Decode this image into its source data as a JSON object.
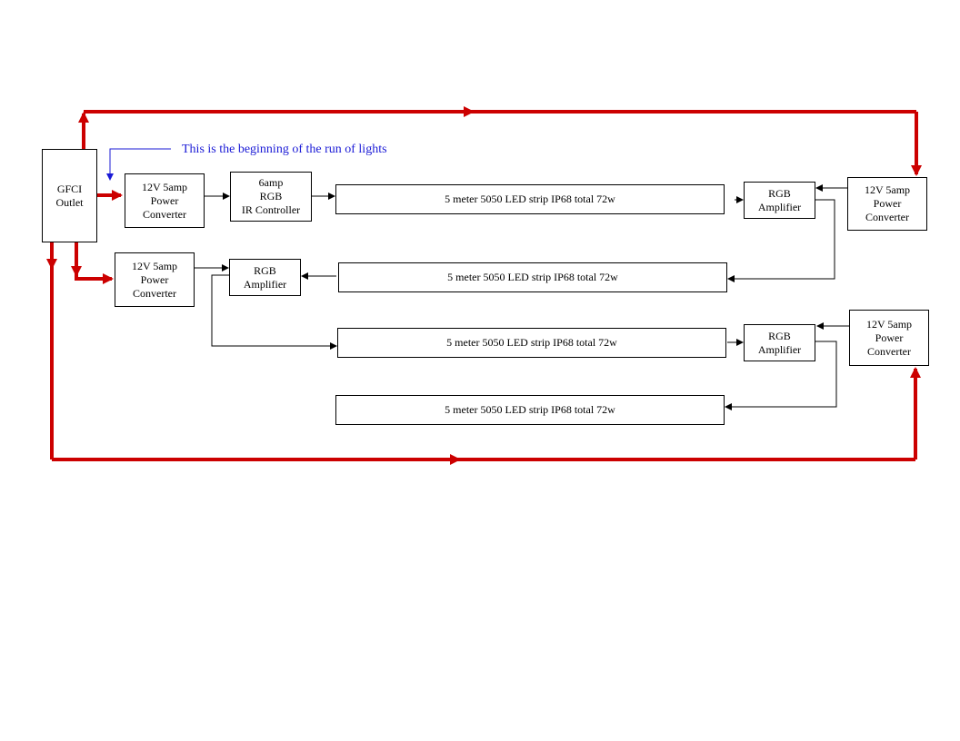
{
  "colors": {
    "power_line": "#cc0000",
    "signal_line": "#000000",
    "note_arrow": "#1a1ad6",
    "note_text": "#1a1ad6",
    "box_border": "#000000"
  },
  "note": "This is the beginning of the run of lights",
  "boxes": {
    "gfci": "GFCI\nOutlet",
    "psu_top": "12V 5amp\nPower\nConverter",
    "controller": "6amp\nRGB\nIR Controller",
    "strip_1": "5 meter 5050  LED strip IP68  total 72w",
    "amp_right_top": "RGB\nAmplifier",
    "psu_right_top": "12V 5amp\nPower\nConverter",
    "psu_left_mid": "12V 5amp\nPower\nConverter",
    "amp_left_mid": "RGB\nAmplifier",
    "strip_2": "5 meter 5050  LED strip IP68  total 72w",
    "strip_3": "5 meter 5050  LED strip IP68  total 72w",
    "amp_right_bottom": "RGB\nAmplifier",
    "psu_right_bottom": "12V 5amp\nPower\nConverter",
    "strip_4": "5 meter 5050  LED strip IP68  total 72w"
  }
}
